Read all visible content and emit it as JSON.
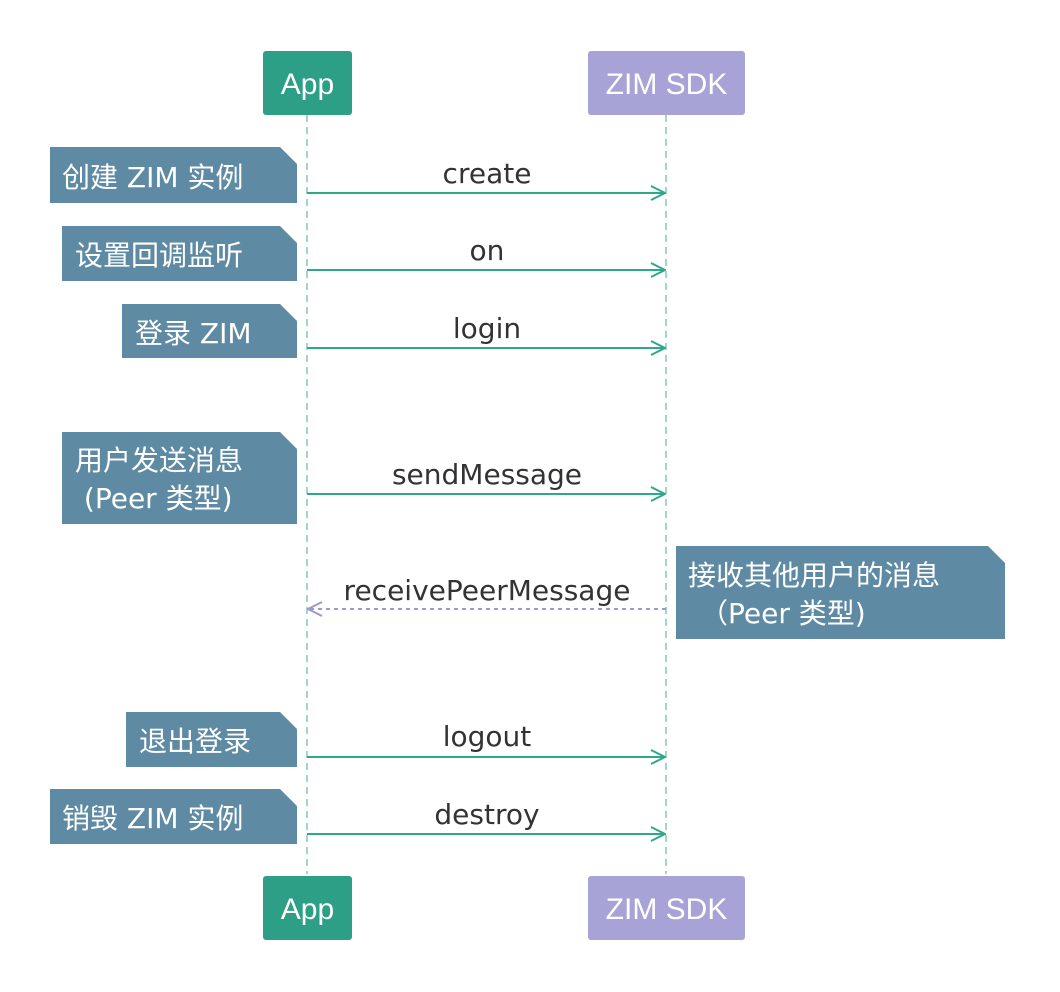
{
  "participants": {
    "app": {
      "label": "App",
      "color": "#2e9f87"
    },
    "sdk": {
      "label": "ZIM SDK",
      "color": "#a8a3d6"
    }
  },
  "colors": {
    "lifeline": "#9fd7c9",
    "arrow": "#2fa78a",
    "return_arrow": "#9d98d0",
    "note": "#5e8ba3",
    "note_text": "#ffffff",
    "message_text": "#333333"
  },
  "messages": [
    {
      "label": "create",
      "style": "solid"
    },
    {
      "label": "on",
      "style": "solid"
    },
    {
      "label": "login",
      "style": "solid"
    },
    {
      "label": "sendMessage",
      "style": "solid"
    },
    {
      "label": "receivePeerMessage",
      "style": "dashed"
    },
    {
      "label": "logout",
      "style": "solid"
    },
    {
      "label": "destroy",
      "style": "solid"
    }
  ],
  "notes": [
    {
      "lines": [
        "创建 ZIM 实例"
      ]
    },
    {
      "lines": [
        "设置回调监听"
      ]
    },
    {
      "lines": [
        "登录 ZIM"
      ]
    },
    {
      "lines": [
        "用户发送消息",
        " (Peer 类型)"
      ]
    },
    {
      "lines": [
        "接收其他用户的消息",
        "（Peer 类型)"
      ]
    },
    {
      "lines": [
        "退出登录"
      ]
    },
    {
      "lines": [
        "销毁 ZIM 实例"
      ]
    }
  ]
}
